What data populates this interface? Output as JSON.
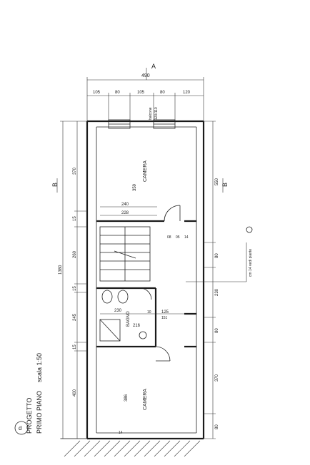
{
  "title_block": {
    "line1": "PROGETTO",
    "line2": "PRIMO PIANO",
    "scale": "scala 1:50",
    "sheet_number": "d"
  },
  "sections": {
    "a": "A",
    "b": "B"
  },
  "rooms": {
    "camera_top": "CAMERA",
    "camera_top_area": "359",
    "bagno": "BAGNO",
    "bagno_area": "216",
    "camera_bottom": "CAMERA",
    "camera_bottom_area": "386"
  },
  "window_note": {
    "line1": "balcone",
    "line2": "120/110"
  },
  "stair_note": "cm 14 vedi piante",
  "dimensions": {
    "overall_width": "490",
    "top_chain": [
      "105",
      "80",
      "105",
      "80",
      "120"
    ],
    "overall_length": "1380",
    "left_chain": [
      "370",
      "15",
      "260",
      "15",
      "245",
      "15",
      "400"
    ],
    "right_chain": [
      "550",
      "80",
      "230",
      "80",
      "370",
      "80"
    ],
    "interior": [
      "240",
      "228",
      "230",
      "125",
      "10",
      "151",
      "14",
      "08",
      "05",
      "14"
    ]
  }
}
